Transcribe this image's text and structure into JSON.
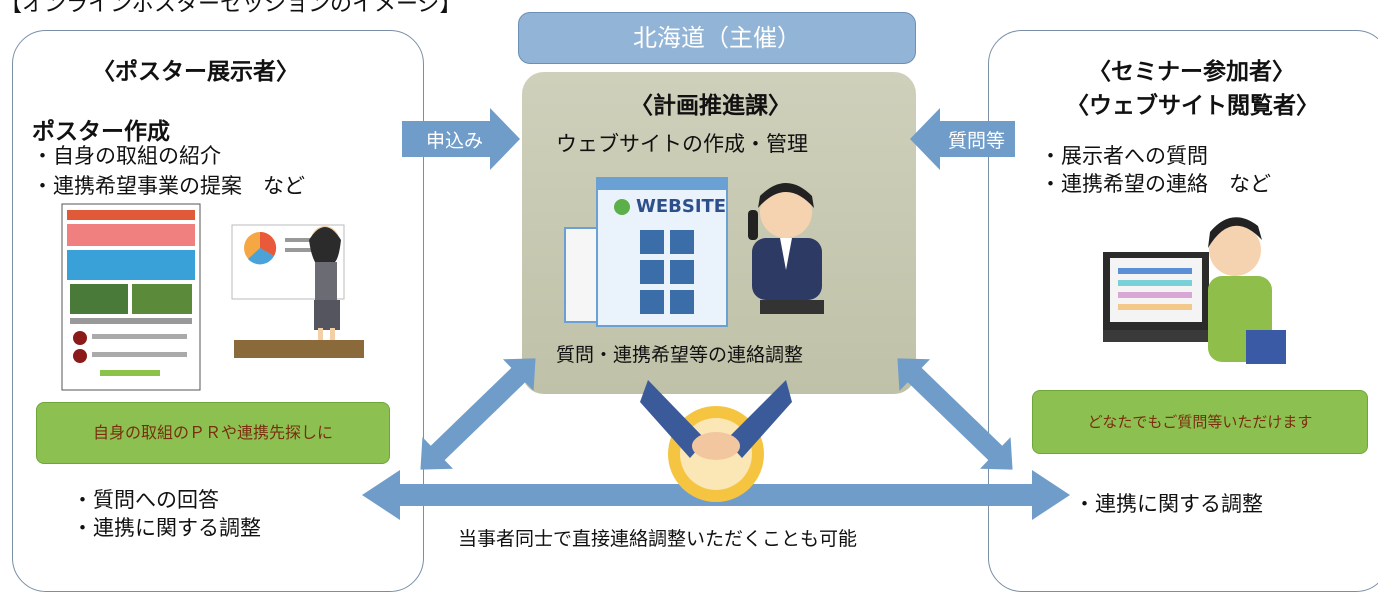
{
  "title": "【オンラインポスターセッションのイメージ】",
  "organizer": "北海道（主催）",
  "left_panel": {
    "heading": "〈ポスター展示者〉",
    "subheading": "ポスター作成",
    "items": [
      "・自身の取組の紹介",
      "・連携希望事業の提案　など"
    ],
    "note": "自身の取組のＰＲや連携先探しに",
    "bottom_items": [
      "・質問への回答",
      "・連携に関する調整"
    ]
  },
  "center": {
    "heading": "〈計画推進課〉",
    "task": "ウェブサイトの作成・管理",
    "website_label": "WEBSITE",
    "bottom_text": "質問・連携希望等の連絡調整"
  },
  "right_panel": {
    "heading1": "〈セミナー参加者〉",
    "heading2": "〈ウェブサイト閲覧者〉",
    "items": [
      "・展示者への質問",
      "・連携希望の連絡　など"
    ],
    "note": "どなたでもご質問等いただけます",
    "bottom_item": "・連携に関する調整"
  },
  "arrows": {
    "apply": "申込み",
    "questions": "質問等"
  },
  "footer_note": "当事者同士で直接連絡調整いただくことも可能",
  "colors": {
    "arrow_blue": "#6f9cc9",
    "organizer_blue": "#92b4d6",
    "center_bg": "#c7c8b2",
    "note_green": "#8cc152"
  }
}
